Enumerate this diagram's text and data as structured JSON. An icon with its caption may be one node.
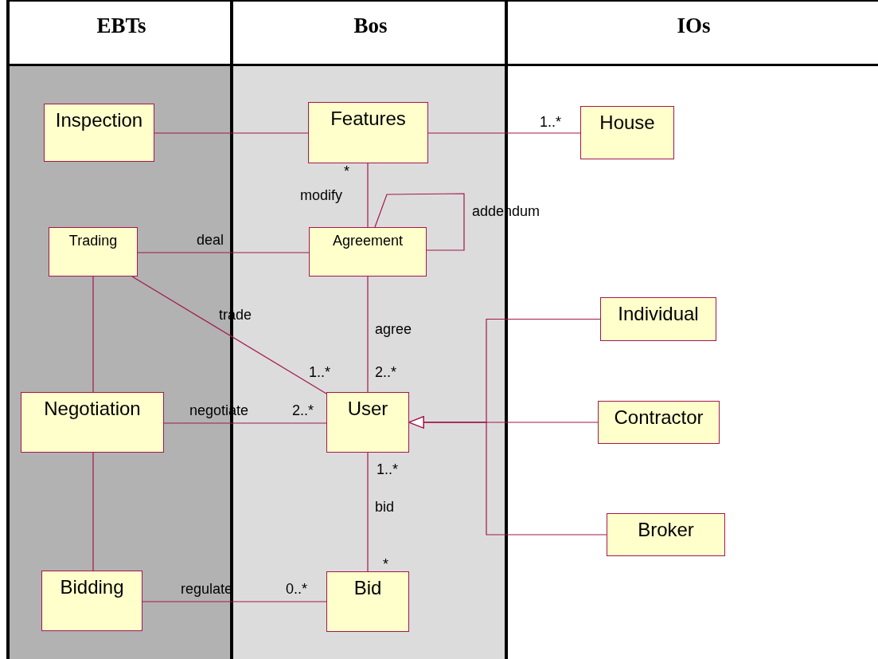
{
  "diagram": {
    "nodes": [
      {
        "text": [
          "Inspection"
        ]
      },
      {
        "text": [
          "Features"
        ]
      },
      {
        "text": [
          "House"
        ]
      },
      {
        "text": [
          "Trading"
        ]
      },
      {
        "text": [
          "Agreement"
        ]
      },
      {
        "text": [
          "Individual"
        ]
      },
      {
        "text": [
          "Negotiation"
        ]
      },
      {
        "text": [
          "User"
        ]
      },
      {
        "text": [
          "Contractor"
        ]
      },
      {
        "text": [
          "Broker"
        ]
      },
      {
        "text": [
          "Bidding"
        ]
      },
      {
        "text": [
          "Bid"
        ]
      }
    ],
    "edges": [
      {
        "from": 0,
        "to": 1,
        "arrow": "none"
      },
      {
        "from": 1,
        "to": 2,
        "arrow": "none"
      },
      {
        "from": 1,
        "to": 4,
        "arrow": "none",
        "label": "modify"
      },
      {
        "from": 4,
        "to": 4,
        "arrow": "none",
        "label": "addendum"
      },
      {
        "from": 3,
        "to": 4,
        "arrow": "none",
        "label": "deal"
      },
      {
        "from": 3,
        "to": 7,
        "arrow": "none",
        "label": "trade"
      },
      {
        "from": 4,
        "to": 7,
        "arrow": "none",
        "label": "agree"
      },
      {
        "from": 3,
        "to": 6,
        "arrow": "none"
      },
      {
        "from": 6,
        "to": 7,
        "arrow": "none",
        "label": "negotiate"
      },
      {
        "from": 6,
        "to": 10,
        "arrow": "none"
      },
      {
        "from": 7,
        "to": 11,
        "arrow": "none",
        "label": "bid"
      },
      {
        "from": 10,
        "to": 11,
        "arrow": "none",
        "label": "regulate"
      },
      {
        "from": 5,
        "to": 7,
        "arrow": "to"
      },
      {
        "from": 8,
        "to": 7,
        "arrow": "to"
      },
      {
        "from": 9,
        "to": 7,
        "arrow": "to"
      }
    ],
    "labels": [
      "EBTs",
      "Bos",
      "IOs",
      "1..*",
      "*",
      "1..*",
      "2..*",
      "2..*",
      "1..*",
      "*",
      "0..*"
    ]
  }
}
